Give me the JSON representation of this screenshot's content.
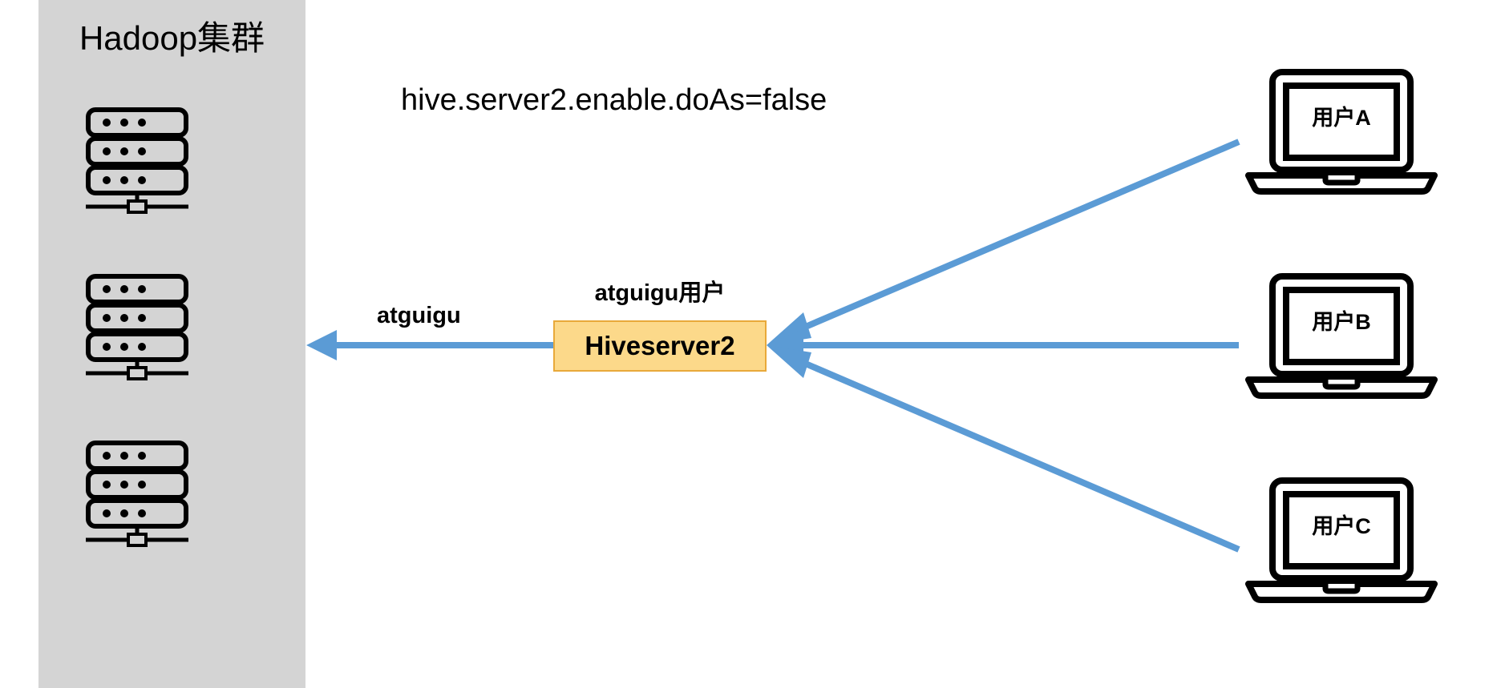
{
  "diagram": {
    "title_caption": "hive.server2.enable.doAs=false",
    "accent_blue": "#5b9bd5",
    "panel_gray": "#d4d4d4",
    "box_fill": "#fcd98a",
    "box_border": "#e8a93a"
  },
  "cluster": {
    "title": "Hadoop集群",
    "nodes": [
      {
        "name": "server-node-1"
      },
      {
        "name": "server-node-2"
      },
      {
        "name": "server-node-3"
      }
    ]
  },
  "server": {
    "label": "Hiveserver2",
    "caption": "atguigu用户"
  },
  "connection": {
    "downstream_label": "atguigu"
  },
  "clients": [
    {
      "label": "用户A"
    },
    {
      "label": "用户B"
    },
    {
      "label": "用户C"
    }
  ]
}
